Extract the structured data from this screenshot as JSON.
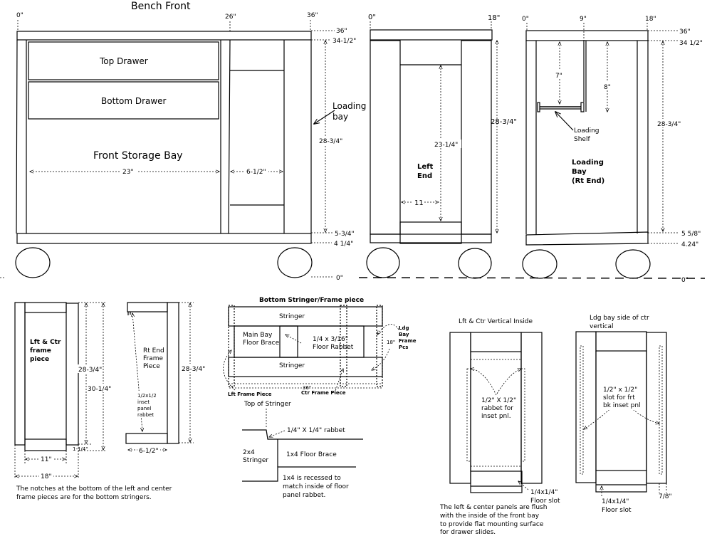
{
  "front": {
    "title": "Bench Front",
    "x0": "0\"",
    "x26": "26\"",
    "x36": "36\"",
    "top_drawer": "Top Drawer",
    "bottom_drawer": "Bottom Drawer",
    "storage": "Front Storage Bay",
    "w23": "23\"",
    "w6": "6-1/2\"",
    "loading1": "Loading",
    "loading2": "bay",
    "h36": "36\"",
    "h34": "34-1/2\"",
    "h28": "28-3/4\"",
    "h5": "5-3/4\"",
    "h4": "4 1/4\"",
    "h0": "0\""
  },
  "left_end": {
    "x0": "0\"",
    "x18": "18\"",
    "label1": "Left",
    "label2": "End",
    "h23": "23-1/4\"",
    "h28": "28-3/4\"",
    "w11": "11"
  },
  "right_end": {
    "x0": "0\"",
    "x9": "9\"",
    "x18": "18\"",
    "h7": "7\"",
    "h8": "8\"",
    "shelf1": "Loading",
    "shelf2": "Shelf",
    "bay1": "Loading",
    "bay2": "Bay",
    "bay3": "(Rt End)",
    "h28": "28-3/4\"",
    "h36": "36\"",
    "h34": "34 1/2\"",
    "h5": "5 5/8\"",
    "h4": "4.24\"",
    "h0": "0\""
  },
  "lft_ctr": {
    "l1": "Lft & Ctr",
    "l2": "frame",
    "l3": "piece",
    "h28": "28-3/4\"",
    "h30": "30-1/4\"",
    "w11": "11\"",
    "w114": "1-1/4\"",
    "w18": "18\"",
    "note1": "The notches at the bottom of the left and center",
    "note2": "frame pieces are for the bottom stringers."
  },
  "rt_end_frame": {
    "l1": "Rt End",
    "l2": "Frame",
    "l3": "Piece",
    "r1": "1/2x1/2",
    "r2": "inset",
    "r3": "panel",
    "r4": "rabbet",
    "h28": "28-3/4\"",
    "w6": "6-1/2\""
  },
  "stringer": {
    "title": "Bottom Stringer/Frame piece",
    "stringer_top": "Stringer",
    "stringer_bot": "Stringer",
    "main1": "Main Bay",
    "main2": "Floor Brace",
    "rab1": "1/4 x 3/16\"",
    "rab2": "Floor Rabbet",
    "ldg1": "Ldg",
    "ldg2": "Bay",
    "ldg3": "Frame",
    "ldg4": "Pcs",
    "w18": "18\"",
    "w36": "36\"",
    "lft": "Lft Frame Piece",
    "ctr": "Ctr Frame Piece"
  },
  "detail": {
    "top": "Top of Stringer",
    "rabbet": "1/4\" X 1/4\" rabbet",
    "s1": "2x4",
    "s2": "Stringer",
    "brace": "1x4 Floor Brace",
    "n1": "1x4 is recessed to",
    "n2": "match inside of floor",
    "n3": "panel rabbet."
  },
  "lft_ctr_inside": {
    "title": "Lft & Ctr Vertical Inside",
    "r1": "1/2\" X 1/2\"",
    "r2": "rabbet for",
    "r3": "inset pnl.",
    "slot1": "1/4x1/4\"",
    "slot2": "Floor slot",
    "n1": "The left & center panels are flush",
    "n2": "with the inside of the front bay",
    "n3": "to provide flat mounting surface",
    "n4": "for drawer slides."
  },
  "ldg_side": {
    "t1": "Ldg bay side of ctr",
    "t2": "vertical",
    "s1": "1/2\" x 1/2\"",
    "s2": "slot for frt",
    "s3": "bk inset pnl",
    "slot1": "1/4x1/4\"",
    "slot2": "Floor slot",
    "w78": "7/8\""
  }
}
